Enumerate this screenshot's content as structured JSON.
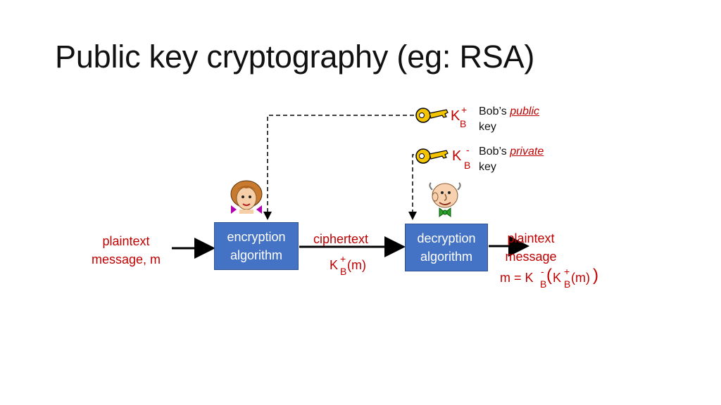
{
  "title": "Public key cryptography (eg: RSA)",
  "public_key": {
    "symbol": "K",
    "superscript": "+",
    "subscript": "B",
    "desc_prefix": "Bob’s ",
    "desc_emphasis": "public",
    "desc_suffix": "key"
  },
  "private_key": {
    "symbol": "K",
    "superscript": "-",
    "subscript": "B",
    "desc_prefix": "Bob’s ",
    "desc_emphasis": "private",
    "desc_suffix": "key"
  },
  "plaintext_in": {
    "line1": "plaintext",
    "line2": "message, m"
  },
  "encryption_box": {
    "line1": "encryption",
    "line2": "algorithm"
  },
  "ciphertext": {
    "label": "ciphertext",
    "k": "K",
    "sup": "+",
    "sub": "B",
    "arg": "(m)"
  },
  "decryption_box": {
    "line1": "decryption",
    "line2": "algorithm"
  },
  "plaintext_out": {
    "line1": "plaintext",
    "line2": "message",
    "eq": "m = K",
    "sup1": "-",
    "sub1": "B",
    "open": "(",
    "k2": "K",
    "sup2": "+",
    "sub2": "B",
    "arg": "(m)",
    "close": ")"
  },
  "colors": {
    "accent_red": "#c00000",
    "box_blue": "#4472c4",
    "key_gold": "#f2c500"
  }
}
